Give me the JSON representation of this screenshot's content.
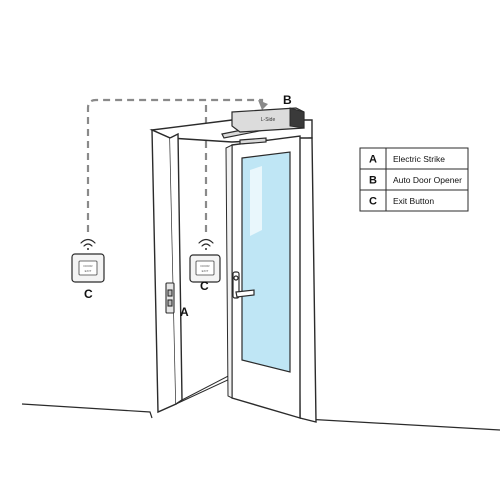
{
  "colors": {
    "outline": "#2b2b2b",
    "cable": "#8a8a8a",
    "glass": "#bfe6f5",
    "frame_fill": "#ffffff",
    "opener_fill": "#dcdcdc"
  },
  "callouts": {
    "strike": "A",
    "opener": "B",
    "button_left": "C",
    "button_right": "C"
  },
  "device": {
    "opener_brand": "L-Side",
    "button_left_text": [
      "DOOR",
      "EXIT"
    ],
    "button_right_text": [
      "DOOR",
      "EXIT"
    ]
  },
  "legend": {
    "rows": [
      {
        "letter": "A",
        "text": "Electric Strike"
      },
      {
        "letter": "B",
        "text": "Auto Door Opener"
      },
      {
        "letter": "C",
        "text": "Exit Button"
      }
    ]
  }
}
